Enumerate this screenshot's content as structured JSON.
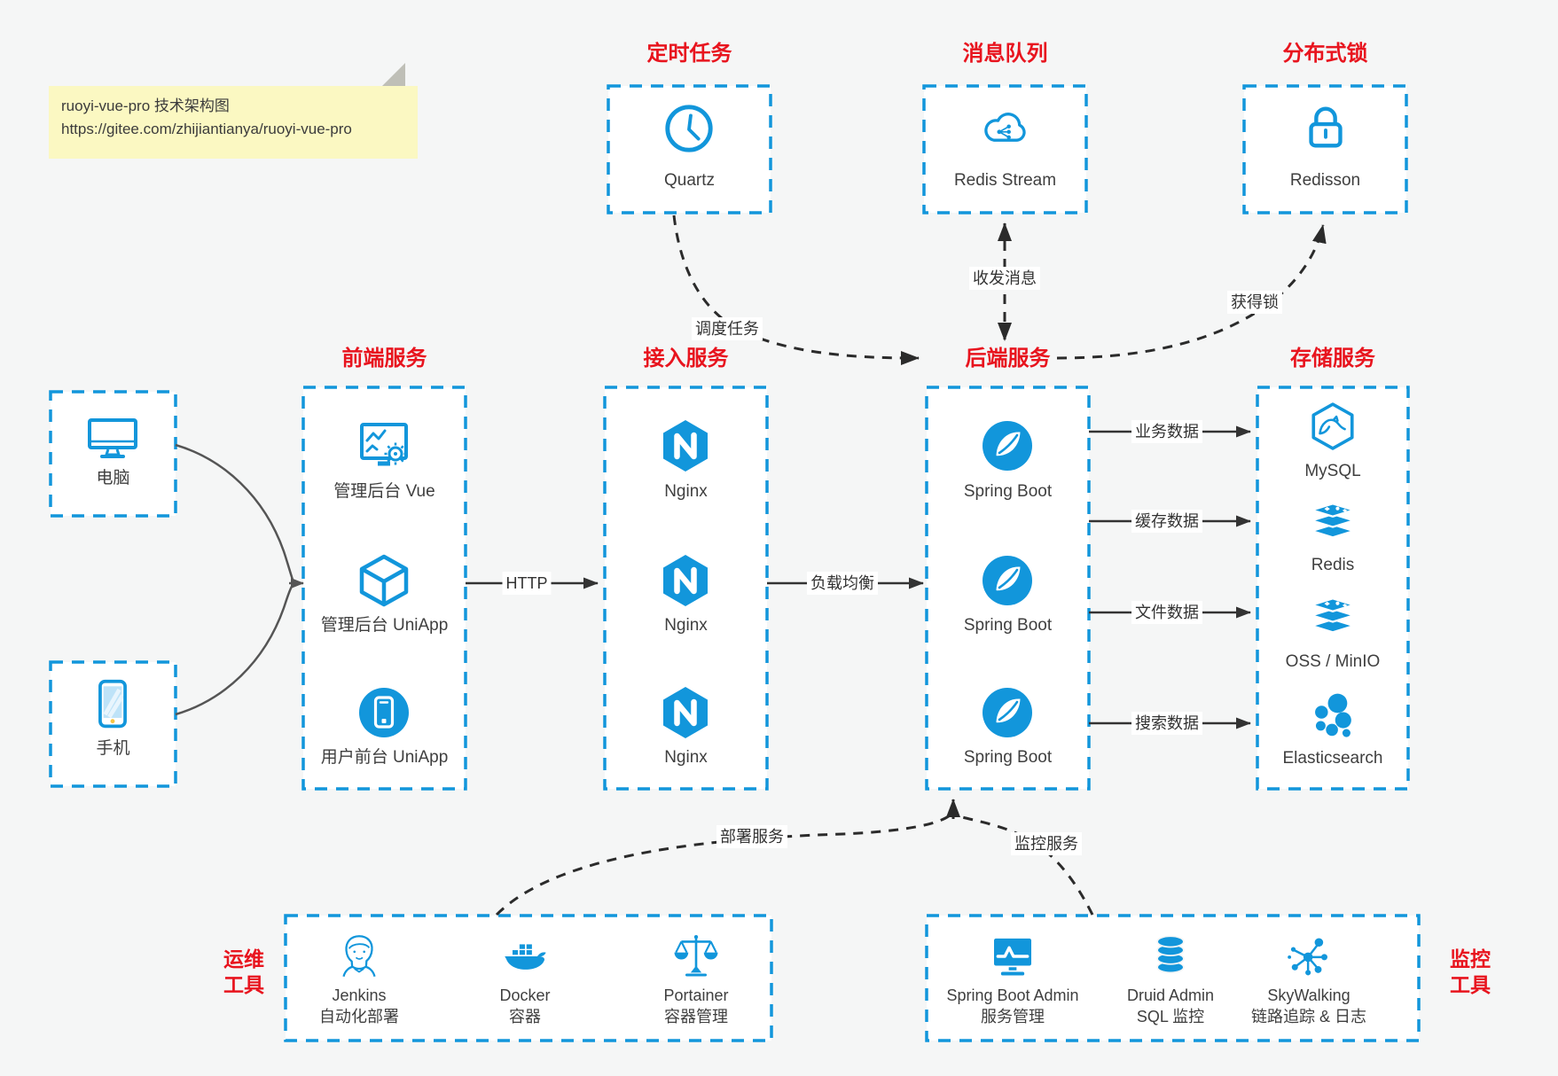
{
  "note": {
    "line1": "ruoyi-vue-pro 技术架构图",
    "line2": "https://gitee.com/zhijiantianya/ruoyi-vue-pro"
  },
  "colors": {
    "blue": "#1296db",
    "red": "#e8141e",
    "text": "#3f3f3f",
    "arrow": "#333333",
    "note_bg": "#fbf8c2"
  },
  "top": [
    {
      "title": "定时任务",
      "item": "Quartz",
      "icon": "clock-icon"
    },
    {
      "title": "消息队列",
      "item": "Redis Stream",
      "icon": "cloud-mq-icon"
    },
    {
      "title": "分布式锁",
      "item": "Redisson",
      "icon": "lock-icon"
    }
  ],
  "clients": [
    {
      "label": "电脑",
      "icon": "computer-icon"
    },
    {
      "label": "手机",
      "icon": "smartphone-icon"
    }
  ],
  "columns": [
    {
      "title": "前端服务",
      "items": [
        {
          "label": "管理后台 Vue"
        },
        {
          "label": "管理后台 UniApp"
        },
        {
          "label": "用户前台 UniApp"
        }
      ]
    },
    {
      "title": "接入服务",
      "items": [
        {
          "label": "Nginx"
        },
        {
          "label": "Nginx"
        },
        {
          "label": "Nginx"
        }
      ]
    },
    {
      "title": "后端服务",
      "items": [
        {
          "label": "Spring Boot"
        },
        {
          "label": "Spring Boot"
        },
        {
          "label": "Spring Boot"
        }
      ]
    },
    {
      "title": "存储服务",
      "items": [
        {
          "label": "MySQL"
        },
        {
          "label": "Redis"
        },
        {
          "label": "OSS / MinIO"
        },
        {
          "label": "Elasticsearch"
        }
      ]
    }
  ],
  "bottom": [
    {
      "tag": [
        "运维",
        "工具"
      ],
      "items": [
        {
          "name": "Jenkins",
          "desc": "自动化部署"
        },
        {
          "name": "Docker",
          "desc": "容器"
        },
        {
          "name": "Portainer",
          "desc": "容器管理"
        }
      ]
    },
    {
      "tag": [
        "监控",
        "工具"
      ],
      "items": [
        {
          "name": "Spring Boot Admin",
          "desc": "服务管理"
        },
        {
          "name": "Druid Admin",
          "desc": "SQL 监控"
        },
        {
          "name": "SkyWalking",
          "desc": "链路追踪 & 日志"
        }
      ]
    }
  ],
  "edges": {
    "http": "HTTP",
    "lb": "负载均衡",
    "biz": "业务数据",
    "cache": "缓存数据",
    "file": "文件数据",
    "search": "搜索数据",
    "schedule": "调度任务",
    "msg": "收发消息",
    "lock": "获得锁",
    "deploy": "部署服务",
    "monitor": "监控服务"
  }
}
